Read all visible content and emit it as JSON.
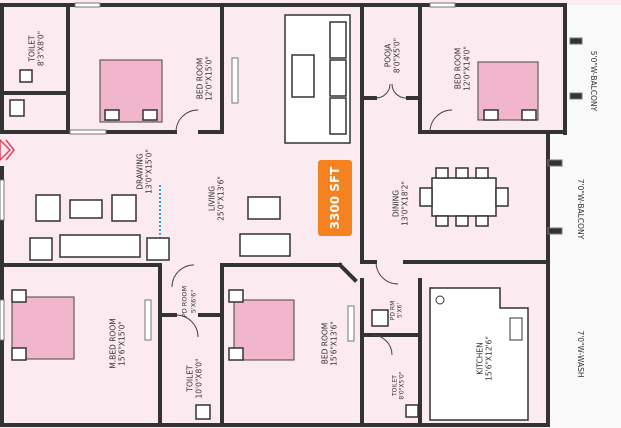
{
  "area_badge": "3300 SFT",
  "colors": {
    "floor": "#fbeaf0",
    "wall": "#333333",
    "balcony": "#f9f9f9",
    "accent": "#f58220",
    "bed": "#f2b6cc",
    "door_marker": "#e83f5a",
    "window_dots": "#2aa7d9"
  },
  "rooms": {
    "toilet_1": {
      "name": "TOILET",
      "dims": "8'3\"X8'0\""
    },
    "bedroom_1": {
      "name": "BED ROOM",
      "dims": "12'0\"X15'0\""
    },
    "drawing": {
      "name": "DRAWING",
      "dims": "13'0\"X15'0\""
    },
    "living": {
      "name": "LIVING",
      "dims": "25'0\"X13'6\""
    },
    "pooja": {
      "name": "POOJA",
      "dims": "8'0\"X5'0\""
    },
    "bedroom_2": {
      "name": "BED ROOM",
      "dims": "12'0\"X14'0\""
    },
    "balcony_1": {
      "name": "5'0\"W-BALCONY"
    },
    "dining": {
      "name": "DINING",
      "dims": "13'0\"X18'2\""
    },
    "balcony_2": {
      "name": "7'0\"W-BALCONY"
    },
    "master_bedroom": {
      "name": "M.BED ROOM",
      "dims": "15'6\"X15'0\""
    },
    "pd_room_1": {
      "name": "PD ROOM",
      "dims": "5'X6'6\""
    },
    "toilet_2": {
      "name": "TOILET",
      "dims": "10'0\"X8'0\""
    },
    "bedroom_3": {
      "name": "BED ROOM",
      "dims": "15'6\"X13'6\""
    },
    "pd_room_2": {
      "name": "PD RM",
      "dims": "5'X6'"
    },
    "toilet_3": {
      "name": "TOILET",
      "dims": "8'0\"X5'0\""
    },
    "kitchen": {
      "name": "KITCHEN",
      "dims": "15'6\"X12'6\""
    },
    "wash": {
      "name": "7'0\"W-WASH"
    }
  }
}
